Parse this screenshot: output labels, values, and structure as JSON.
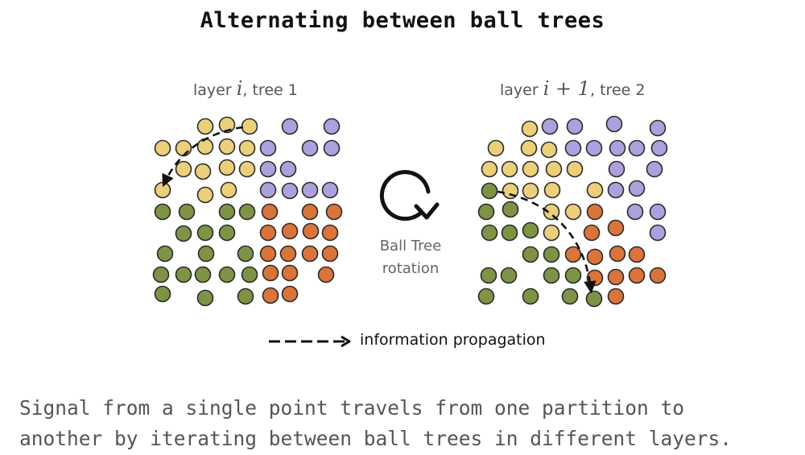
{
  "title": "Alternating between ball trees",
  "left_label": {
    "prefix": "layer ",
    "math": "i",
    "suffix": ", tree 1"
  },
  "right_label": {
    "prefix": "layer ",
    "math": "i + 1",
    "suffix": ", tree 2"
  },
  "rotation": {
    "line1": "Ball Tree",
    "line2": "rotation",
    "icon": "rotate-clockwise-icon"
  },
  "legend": {
    "label": "information propagation",
    "icon": "dashed-arrow-icon"
  },
  "caption": {
    "line1": "Signal from a single point travels from one partition to",
    "line2": "another by iterating between ball trees in different layers."
  },
  "colors": {
    "yellow": "#ebcf7a",
    "purple": "#ada0dc",
    "green": "#7f9346",
    "orange": "#d9743a",
    "stroke": "#2a2a2a"
  }
}
